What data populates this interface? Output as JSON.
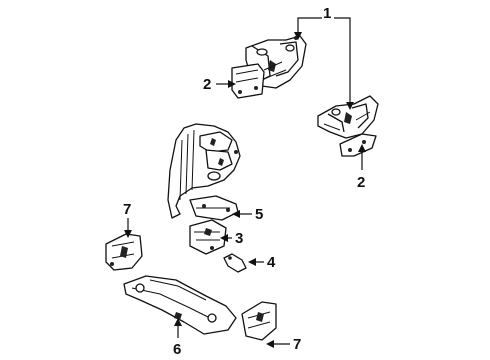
{
  "diagram": {
    "callouts": [
      {
        "id": "c1",
        "label": "1"
      },
      {
        "id": "c2a",
        "label": "2"
      },
      {
        "id": "c2b",
        "label": "2"
      },
      {
        "id": "c3",
        "label": "3"
      },
      {
        "id": "c4",
        "label": "4"
      },
      {
        "id": "c5",
        "label": "5"
      },
      {
        "id": "c6",
        "label": "6"
      },
      {
        "id": "c7a",
        "label": "7"
      },
      {
        "id": "c7b",
        "label": "7"
      }
    ]
  }
}
